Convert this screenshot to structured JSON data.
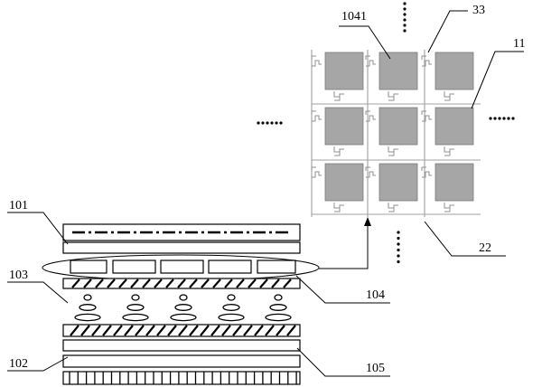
{
  "labels": {
    "l101": "101",
    "l102": "102",
    "l103": "103",
    "l104": "104",
    "l105": "105",
    "l1041": "1041",
    "l33": "33",
    "l11": "11",
    "l22": "22"
  }
}
